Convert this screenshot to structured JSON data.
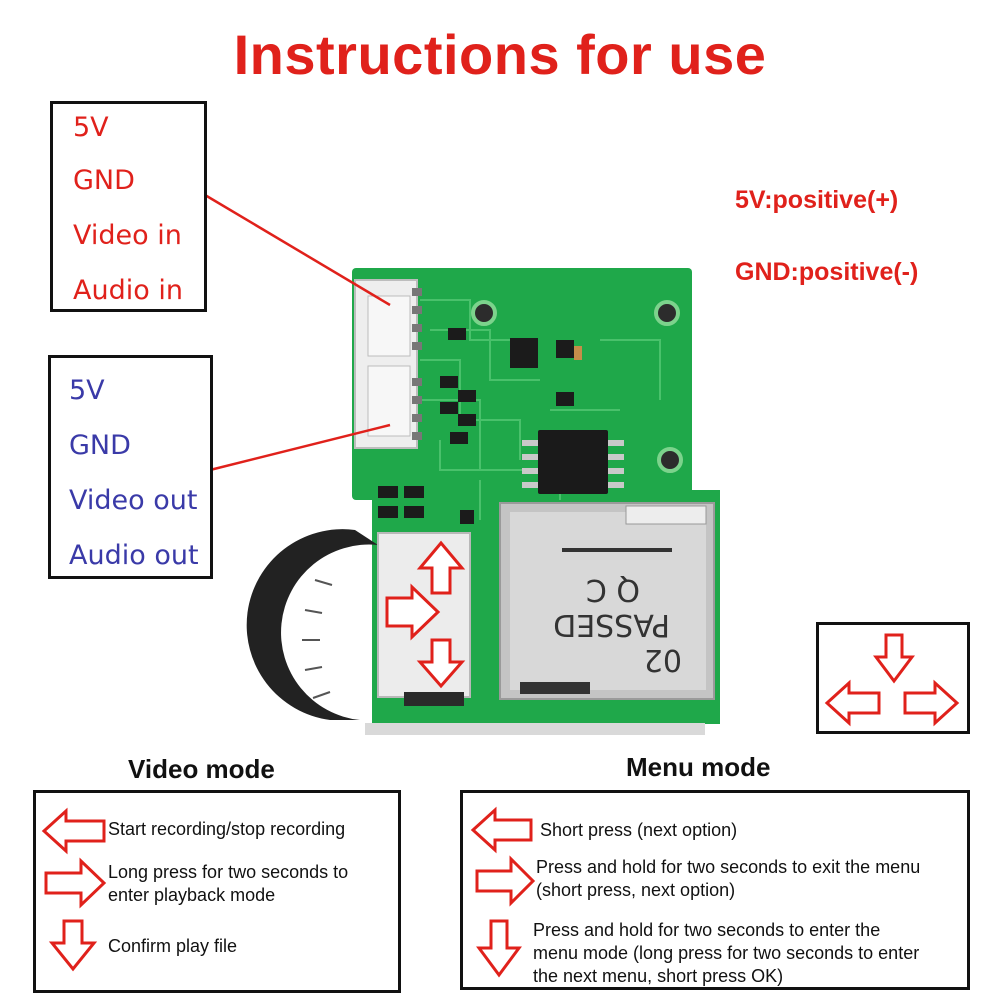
{
  "title": "Instructions for use",
  "input_pins": [
    "5V",
    "GND",
    "Video in",
    "Audio in"
  ],
  "output_pins": [
    "5V",
    "GND",
    "Video out",
    "Audio out"
  ],
  "notes": [
    "5V:positive(+)",
    "GND:positive(-)"
  ],
  "board": {
    "card_text_line1": "02",
    "card_text_line2": "PASSED",
    "card_text_line3": "Q C"
  },
  "video_mode": {
    "title": "Video mode",
    "items": [
      {
        "icon": "left-arrow-icon",
        "text": [
          "Start recording/stop recording"
        ]
      },
      {
        "icon": "right-arrow-icon",
        "text": [
          "Long press for two seconds to",
          "enter playback mode"
        ]
      },
      {
        "icon": "down-arrow-icon",
        "text": [
          "Confirm play file"
        ]
      }
    ]
  },
  "menu_mode": {
    "title": "Menu mode",
    "items": [
      {
        "icon": "left-arrow-icon",
        "text": [
          "Short press (next option)"
        ]
      },
      {
        "icon": "right-arrow-icon",
        "text": [
          "Press and hold for two seconds to exit the menu",
          "(short press, next option)"
        ]
      },
      {
        "icon": "down-arrow-icon",
        "text": [
          "Press and hold for two seconds to enter the",
          "menu mode (long press for two seconds to enter",
          "the next menu, short press OK)"
        ]
      }
    ]
  },
  "colors": {
    "title_red": "#e0211b",
    "input_label": "#e0211b",
    "output_label": "#3a3aa8",
    "pcb_green": "#1fa84a",
    "arrow_red": "#e0211b"
  }
}
